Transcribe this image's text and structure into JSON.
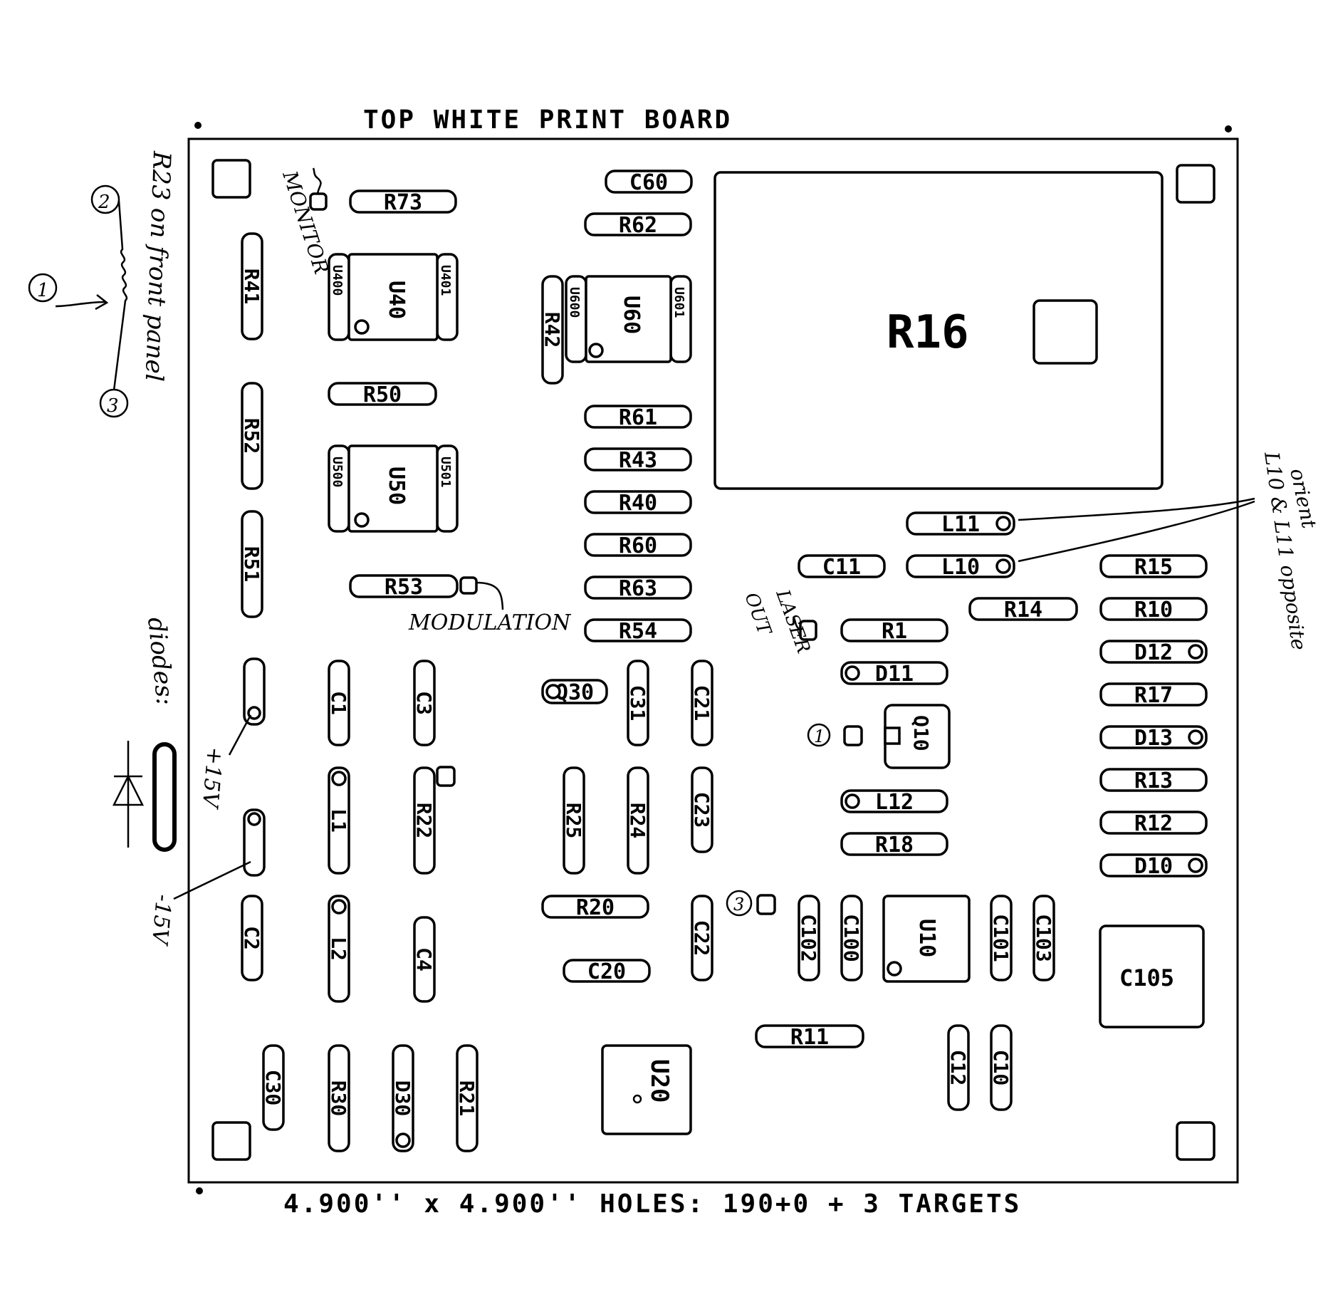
{
  "title": "TOP WHITE PRINT    BOARD",
  "footer": "4.900'' x  4.900'' HOLES: 190+0 + 3 TARGETS",
  "components": [
    {
      "ref": "R73"
    },
    {
      "ref": "C60"
    },
    {
      "ref": "R62"
    },
    {
      "ref": "R41"
    },
    {
      "ref": "U40"
    },
    {
      "ref": "U400"
    },
    {
      "ref": "U401"
    },
    {
      "ref": "R42"
    },
    {
      "ref": "U60"
    },
    {
      "ref": "U600"
    },
    {
      "ref": "U601"
    },
    {
      "ref": "R16"
    },
    {
      "ref": "R50"
    },
    {
      "ref": "R52"
    },
    {
      "ref": "R61"
    },
    {
      "ref": "R43"
    },
    {
      "ref": "R40"
    },
    {
      "ref": "R60"
    },
    {
      "ref": "R63"
    },
    {
      "ref": "R54"
    },
    {
      "ref": "U50"
    },
    {
      "ref": "U500"
    },
    {
      "ref": "U501"
    },
    {
      "ref": "R51"
    },
    {
      "ref": "R53"
    },
    {
      "ref": "L11"
    },
    {
      "ref": "L10"
    },
    {
      "ref": "C11"
    },
    {
      "ref": "R15"
    },
    {
      "ref": "R14"
    },
    {
      "ref": "R10"
    },
    {
      "ref": "R1"
    },
    {
      "ref": "D12"
    },
    {
      "ref": "D11"
    },
    {
      "ref": "R17"
    },
    {
      "ref": "Q10"
    },
    {
      "ref": "D13"
    },
    {
      "ref": "R13"
    },
    {
      "ref": "L12"
    },
    {
      "ref": "R12"
    },
    {
      "ref": "R18"
    },
    {
      "ref": "D10"
    },
    {
      "ref": "C1"
    },
    {
      "ref": "C3"
    },
    {
      "ref": "Q30"
    },
    {
      "ref": "C31"
    },
    {
      "ref": "C21"
    },
    {
      "ref": "L1"
    },
    {
      "ref": "R22"
    },
    {
      "ref": "R25"
    },
    {
      "ref": "R24"
    },
    {
      "ref": "C23"
    },
    {
      "ref": "C2"
    },
    {
      "ref": "L2"
    },
    {
      "ref": "C4"
    },
    {
      "ref": "R20"
    },
    {
      "ref": "C22"
    },
    {
      "ref": "C20"
    },
    {
      "ref": "C102"
    },
    {
      "ref": "C100"
    },
    {
      "ref": "U10"
    },
    {
      "ref": "C101"
    },
    {
      "ref": "C103"
    },
    {
      "ref": "C105"
    },
    {
      "ref": "R11"
    },
    {
      "ref": "C12"
    },
    {
      "ref": "C10"
    },
    {
      "ref": "C30"
    },
    {
      "ref": "R30"
    },
    {
      "ref": "D30"
    },
    {
      "ref": "R21"
    },
    {
      "ref": "U20"
    }
  ],
  "annotations": {
    "monitor": "MONITOR",
    "modulation": "MODULATION",
    "laser_out_1": "LASER",
    "laser_out_2": "OUT",
    "r23": "R23 on front panel",
    "pin1": "1",
    "pin2": "2",
    "pin3": "3",
    "orient_1": "orient",
    "orient_2": "L10 & L11 opposite",
    "diodes": "diodes:",
    "plus15": "+15V",
    "minus15": "-15V",
    "hole1": "1",
    "hole3": "3"
  }
}
